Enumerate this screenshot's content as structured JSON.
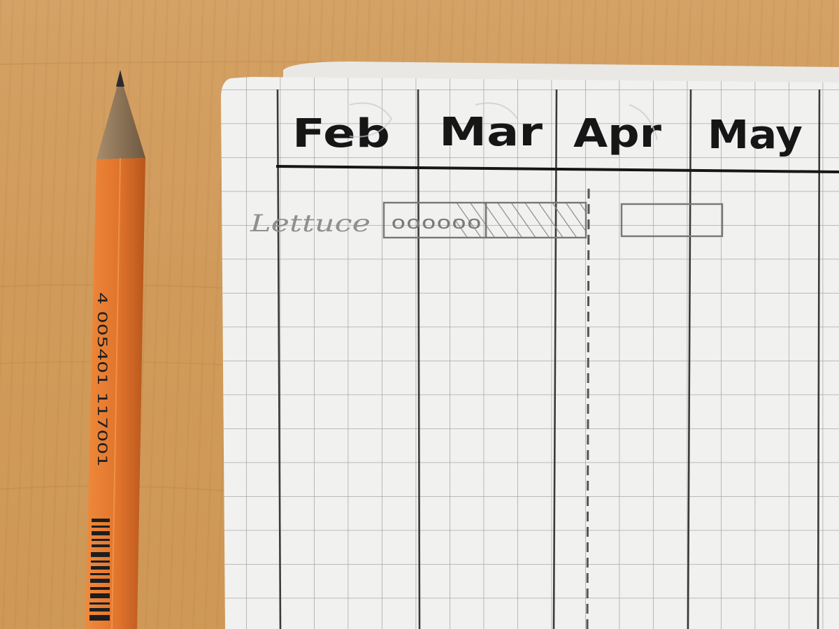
{
  "planner": {
    "months": [
      "Feb",
      "Mar",
      "Apr",
      "May"
    ],
    "row_label": "Lettuce",
    "sow_marks": "oooooo"
  },
  "pencil": {
    "code_line1": "4 005401 117001",
    "color": "#e0742c"
  },
  "colors": {
    "paper": "#f1f1f0",
    "grid": "#a9a9ad",
    "ink": "#161616",
    "pencil_mark": "#8f8f8f",
    "wood": "#d09a5a"
  }
}
